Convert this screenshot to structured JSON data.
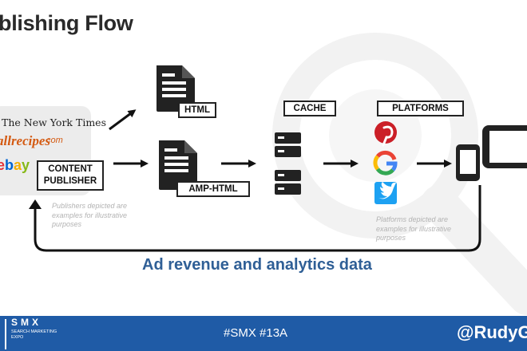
{
  "slide": {
    "title": "blishing Flow",
    "publishers": {
      "logos": [
        "The New York Times",
        "allrecipes",
        "com",
        "ebay"
      ],
      "label_line1": "CONTENT",
      "label_line2": "PUBLISHER",
      "note": "Publishers depicted are examples for illustrative purposes"
    },
    "html_label": "HTML",
    "amp_label": "AMP-HTML",
    "cache_label": "CACHE",
    "platforms": {
      "label": "PLATFORMS",
      "icons": [
        "pinterest-icon",
        "google-icon",
        "twitter-icon"
      ],
      "note": "Platforms depicted are examples for illustrative purposes"
    },
    "feedback_label": "Ad revenue and analytics data"
  },
  "footer": {
    "brand": "SMX",
    "brand_sub": "SEARCH MARKETING EXPO",
    "hashtag": "#SMX #13A",
    "handle": "@RudyG"
  },
  "colors": {
    "footer_bg": "#1f5ba6",
    "feedback_text": "#2f5f96",
    "pinterest": "#cb1f27",
    "twitter": "#1da1f2",
    "allrecipes": "#d45a12"
  }
}
